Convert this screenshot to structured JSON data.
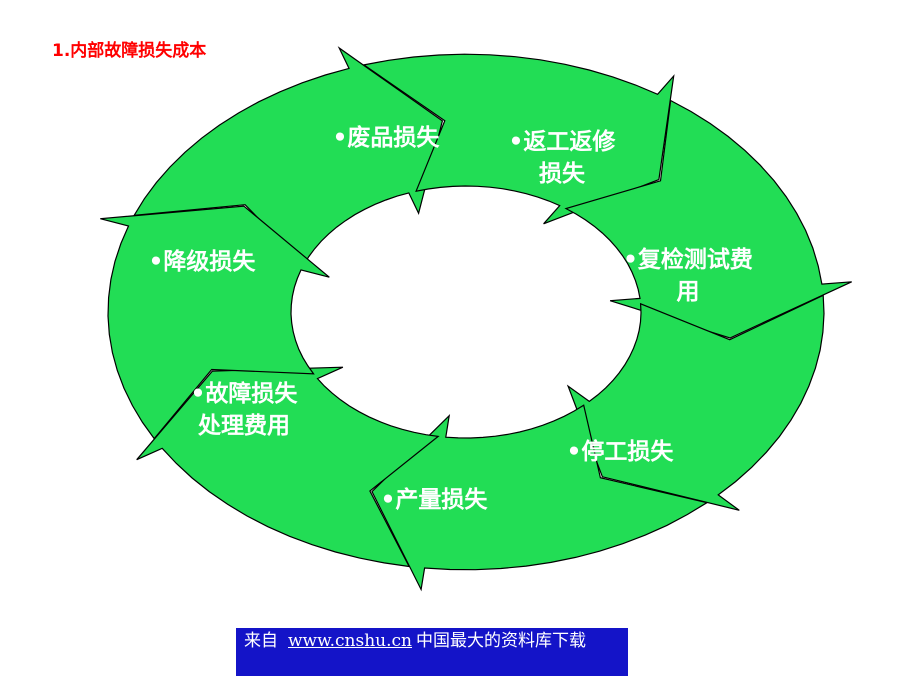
{
  "title": "1.内部故障损失成本",
  "segments": [
    {
      "id": "scrap",
      "lines": [
        "•废品损失"
      ]
    },
    {
      "id": "rework",
      "lines": [
        "•返工返修",
        "损失"
      ]
    },
    {
      "id": "retest",
      "lines": [
        "•复检测试费",
        "用"
      ]
    },
    {
      "id": "downtime",
      "lines": [
        "•停工损失"
      ]
    },
    {
      "id": "output",
      "lines": [
        "•产量损失"
      ]
    },
    {
      "id": "failure-handling",
      "lines": [
        "•故障损失",
        "处理费用"
      ]
    },
    {
      "id": "downgrade",
      "lines": [
        "•降级损失"
      ]
    }
  ],
  "footer": {
    "prefix": "来自",
    "link": "www.cnshu.cn",
    "suffix": "中国最大的资料库下载"
  },
  "colors": {
    "arrow_fill": "#22dd55",
    "title": "#ff0000",
    "footer_bg": "#1414c8"
  }
}
